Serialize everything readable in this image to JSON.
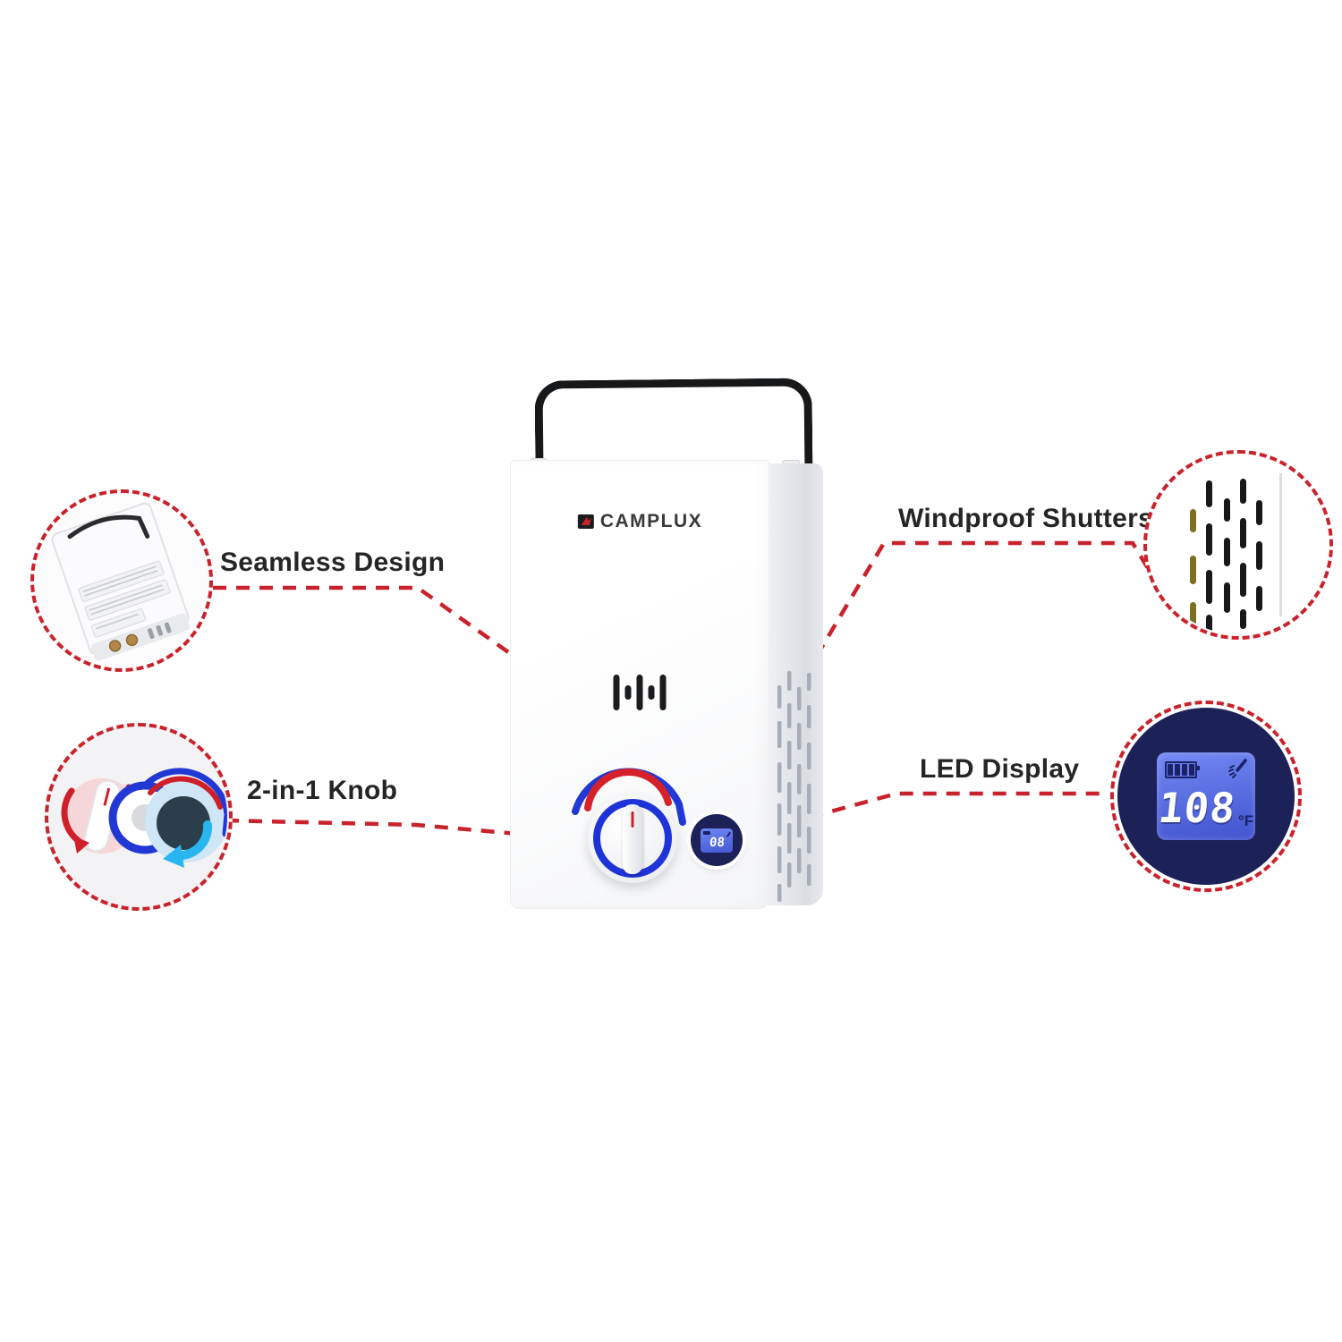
{
  "canvas": {
    "background": "#ffffff",
    "accent_red": "#c8232c",
    "navy": "#1c2158",
    "knob_blue": "#1e34d8",
    "lcd_blue": "#5b74ee"
  },
  "product": {
    "brand": "CAMPLUX"
  },
  "features": [
    {
      "label": "Seamless Design"
    },
    {
      "label": "Windproof Shutters"
    },
    {
      "label": "2-in-1 Knob"
    },
    {
      "label": "LED Display"
    }
  ],
  "led_display": {
    "value": "108",
    "unit": "°F"
  },
  "mini_display": {
    "value": "08"
  }
}
